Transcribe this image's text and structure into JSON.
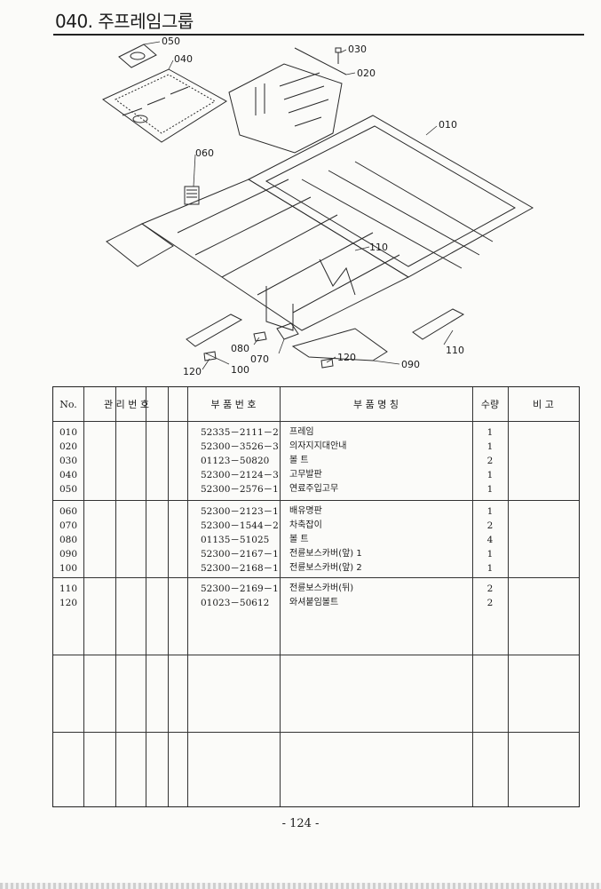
{
  "page": {
    "title": "040. 주프레임그룹",
    "page_number": "- 124 -"
  },
  "diagram": {
    "callouts": [
      "050",
      "040",
      "030",
      "020",
      "010",
      "060",
      "110",
      "080",
      "070",
      "120",
      "100",
      "090",
      "110",
      "120"
    ]
  },
  "table": {
    "headers": {
      "no": "No.",
      "mgmt": "관 리 번 호",
      "part_number": "부 품 번 호",
      "part_name": "부 품 명 칭",
      "qty": "수량",
      "remarks": "비 고"
    },
    "groups": [
      [
        {
          "no": "010",
          "part_number": "52335－2111－2",
          "name": "프레임",
          "qty": "1"
        },
        {
          "no": "020",
          "part_number": "52300－3526－3",
          "name": "의자지지대안내",
          "qty": "1"
        },
        {
          "no": "030",
          "part_number": "01123－50820",
          "name": "볼 트",
          "qty": "2"
        },
        {
          "no": "040",
          "part_number": "52300－2124－3",
          "name": "고무발판",
          "qty": "1"
        },
        {
          "no": "050",
          "part_number": "52300－2576－1",
          "name": "연료주입고무",
          "qty": "1"
        }
      ],
      [
        {
          "no": "060",
          "part_number": "52300－2123－1",
          "name": "배유명판",
          "qty": "1"
        },
        {
          "no": "070",
          "part_number": "52300－1544－2",
          "name": "차축잡이",
          "qty": "2"
        },
        {
          "no": "080",
          "part_number": "01135－51025",
          "name": "볼 트",
          "qty": "4"
        },
        {
          "no": "090",
          "part_number": "52300－2167－1",
          "name": "전륜보스카버(앞) 1",
          "qty": "1"
        },
        {
          "no": "100",
          "part_number": "52300－2168－1",
          "name": "전륜보스카버(앞) 2",
          "qty": "1"
        }
      ],
      [
        {
          "no": "110",
          "part_number": "52300－2169－1",
          "name": "전륜보스카버(뒤)",
          "qty": "2"
        },
        {
          "no": "120",
          "part_number": "01023－50612",
          "name": "와셔붙임볼트",
          "qty": "2"
        }
      ]
    ]
  }
}
